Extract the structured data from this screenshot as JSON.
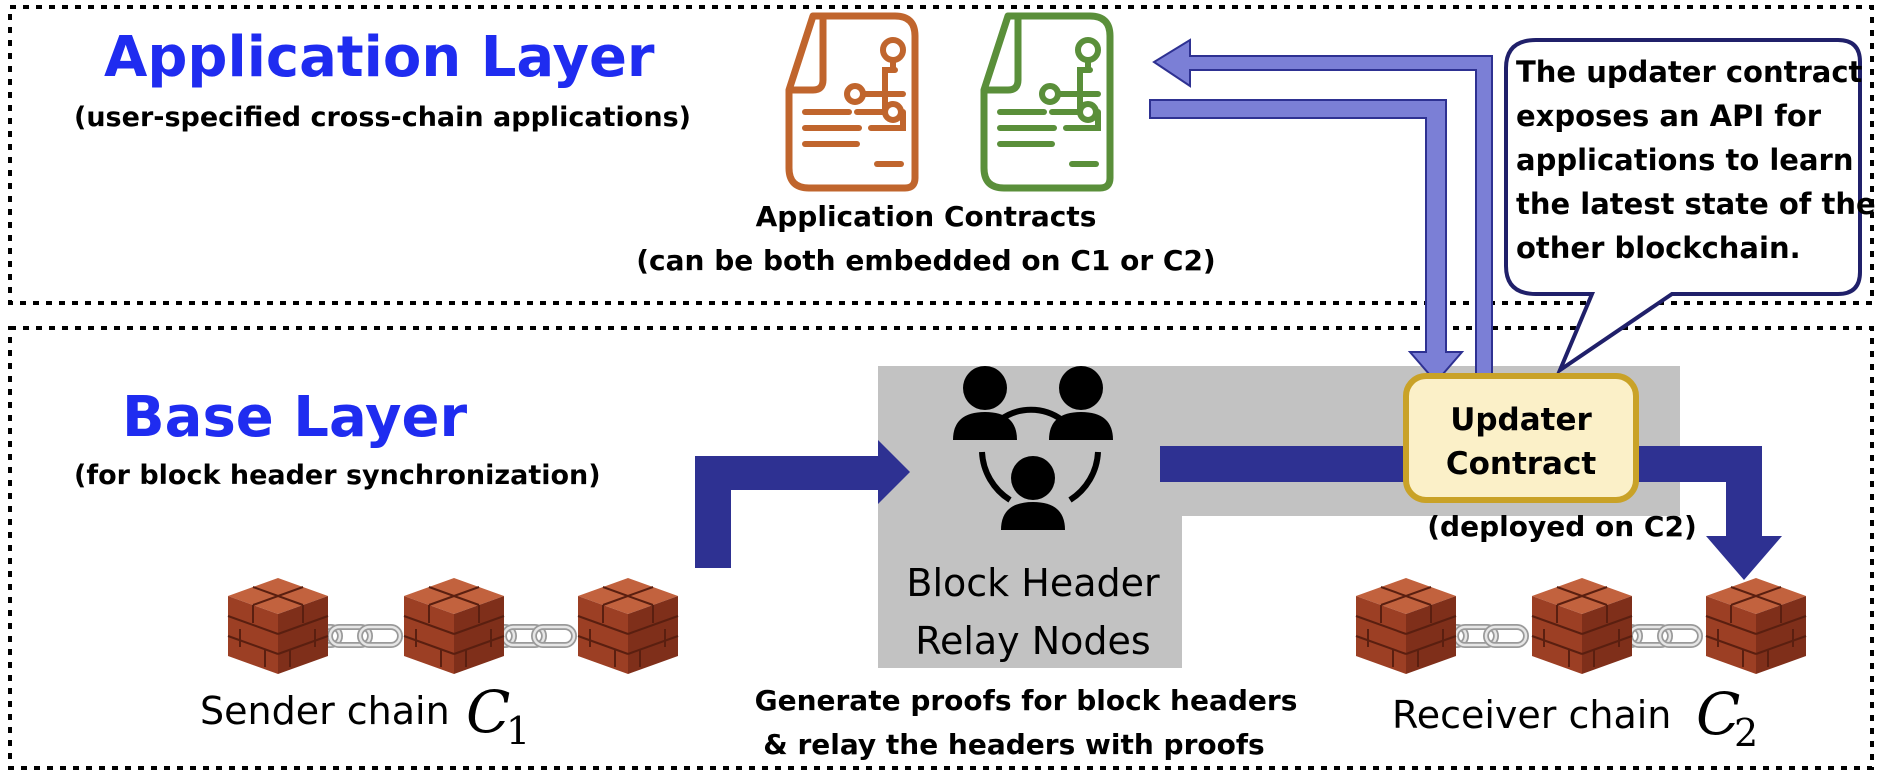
{
  "application_layer": {
    "title": "Application Layer",
    "subtitle": "(user-specified cross-chain applications)",
    "contracts_label_line1": "Application Contracts",
    "contracts_label_line2": "(can be both embedded on C1 or C2)",
    "callout_lines": [
      "The updater contract",
      "exposes an API for",
      "applications to learn",
      "the latest state of the",
      "other blockchain."
    ]
  },
  "base_layer": {
    "title": "Base Layer",
    "subtitle": "(for block header synchronization)",
    "relay_label_line1": "Block Header",
    "relay_label_line2": "Relay Nodes",
    "updater_line1": "Updater",
    "updater_line2": "Contract",
    "updater_note": "(deployed on C2)",
    "sender_label": "Sender chain",
    "sender_symbol": "C",
    "sender_index": "1",
    "receiver_label": "Receiver chain",
    "receiver_symbol": "C",
    "receiver_index": "2",
    "proof_line1": "Generate proofs for block headers",
    "proof_line2": "& relay the headers with proofs"
  },
  "colors": {
    "title_blue": "#1f2cf0",
    "flow_navy": "#2e3192",
    "api_arrow": "#7b7fd6",
    "relay_gray": "#c2c2c2",
    "updater_fill": "#fbf0c8",
    "updater_border": "#c9a227",
    "contract_orange": "#c0652d",
    "contract_green": "#5a8f3a",
    "brick": "#a4472b"
  },
  "icons": {
    "contracts": [
      "contract-document-icon",
      "contract-document-icon"
    ],
    "relay": "relay-nodes-people-icon",
    "blocks": "brick-block-icon",
    "links": "chain-link-icon"
  }
}
